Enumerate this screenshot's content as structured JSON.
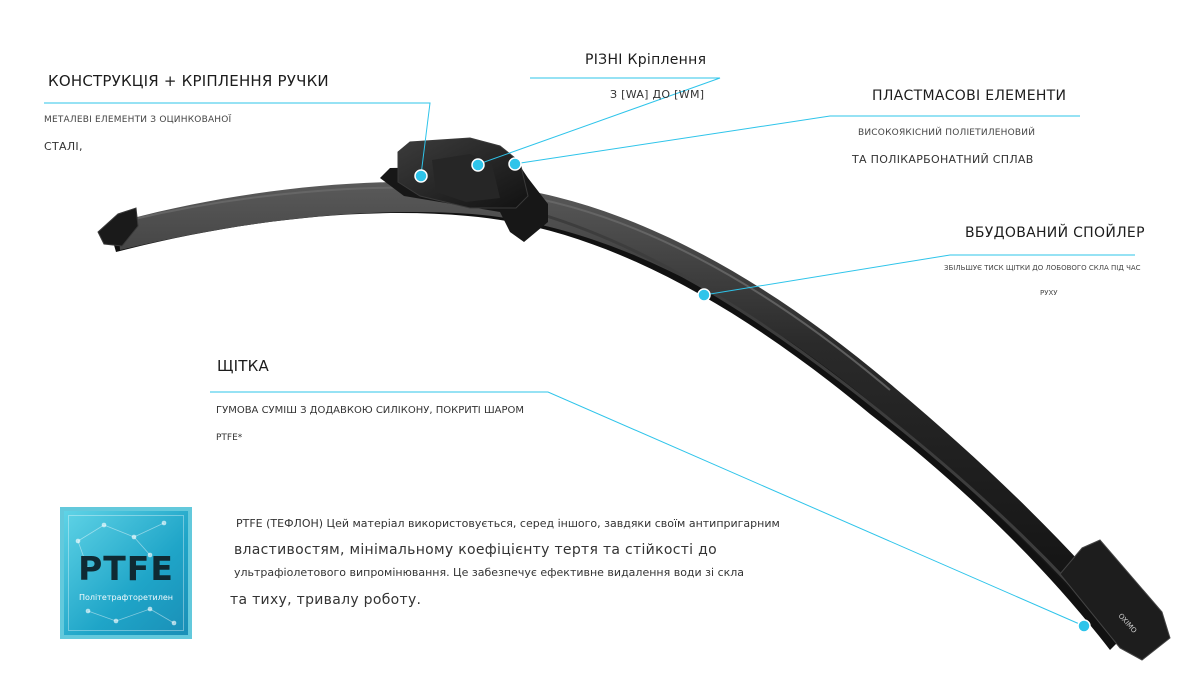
{
  "callouts": {
    "handle": {
      "title": "КОНСТРУКЦІЯ + КРІПЛЕННЯ РУЧКИ",
      "line1": "МЕТАЛЕВІ ЕЛЕМЕНТИ З ОЦИНКОВАНОЇ",
      "line2": "СТАЛІ,"
    },
    "mounts": {
      "title": "РІЗНІ Кріплення",
      "line1": "З [WA] ДО [WM]"
    },
    "plastic": {
      "title": "ПЛАСТМАСОВІ ЕЛЕМЕНТИ",
      "line1": "ВИСОКОЯКІСНИЙ ПОЛІЕТИЛЕНОВИЙ",
      "line2": "ТА ПОЛІКАРБОНАТНИЙ СПЛАВ"
    },
    "spoiler": {
      "title": "ВБУДОВАНИЙ СПОЙЛЕР",
      "line1": "ЗБІЛЬШУЄ ТИСК ЩІТКИ ДО ЛОБОВОГО СКЛА ПІД ЧАС",
      "line2": "РУХУ"
    },
    "brush": {
      "title": "ЩІТКА",
      "line1": "ГУМОВА СУМІШ З ДОДАВКОЮ СИЛІКОНУ, ПОКРИТІ ШАРОМ",
      "line2": "PTFE*"
    }
  },
  "ptfe": {
    "logo_text": "PTFE",
    "logo_subtitle": "Політетрафторетилен",
    "para_line1": "PTFE (ТЕФЛОН) Цей матеріал використовується, серед іншого, завдяки своїм антипригарним",
    "para_line2": "властивостям, мінімальному коефіцієнту тертя та стійкості до",
    "para_line3": "ультрафіолетового випромінювання. Це забезпечує ефективне видалення води зі скла",
    "para_line4": "та тиху, тривалу роботу."
  },
  "blade": {
    "brand_mark": "OXIMO"
  },
  "colors": {
    "accent": "#2ec4ea",
    "blade": "#1b1b1b",
    "blade_highlight": "#4a4a4a"
  }
}
